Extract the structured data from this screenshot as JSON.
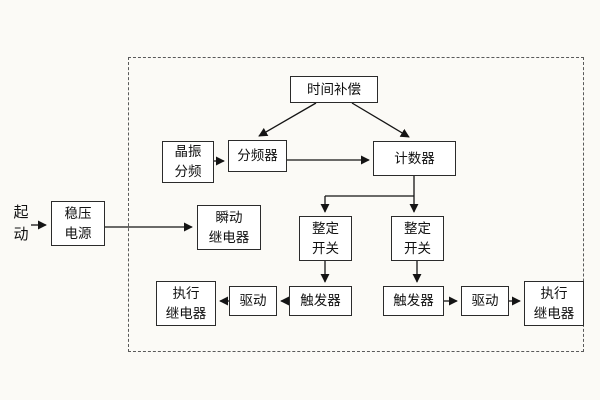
{
  "diagram": {
    "start": {
      "line1": "起",
      "line2": "动"
    },
    "blocks": {
      "power": {
        "line1": "稳压",
        "line2": "电源"
      },
      "time_compensation": {
        "label": "时间补偿"
      },
      "crystal_divider": {
        "line1": "晶振",
        "line2": "分频"
      },
      "frequency_divider": {
        "label": "分频器"
      },
      "counter": {
        "label": "计数器"
      },
      "instant_relay": {
        "line1": "瞬动",
        "line2": "继电器"
      },
      "setting_switch_left": {
        "line1": "整定",
        "line2": "开关"
      },
      "setting_switch_right": {
        "line1": "整定",
        "line2": "开关"
      },
      "trigger_left": {
        "label": "触发器"
      },
      "trigger_right": {
        "label": "触发器"
      },
      "drive_left": {
        "label": "驱动"
      },
      "drive_right": {
        "label": "驱动"
      },
      "exec_relay_left": {
        "line1": "执行",
        "line2": "继电器"
      },
      "exec_relay_right": {
        "line1": "执行",
        "line2": "继电器"
      }
    },
    "colors": {
      "background": "#fbfaf6",
      "box_fill": "#ffffff",
      "box_border": "#2b2b2b",
      "line": "#141414",
      "dashed_border": "#5a5a5a"
    }
  }
}
